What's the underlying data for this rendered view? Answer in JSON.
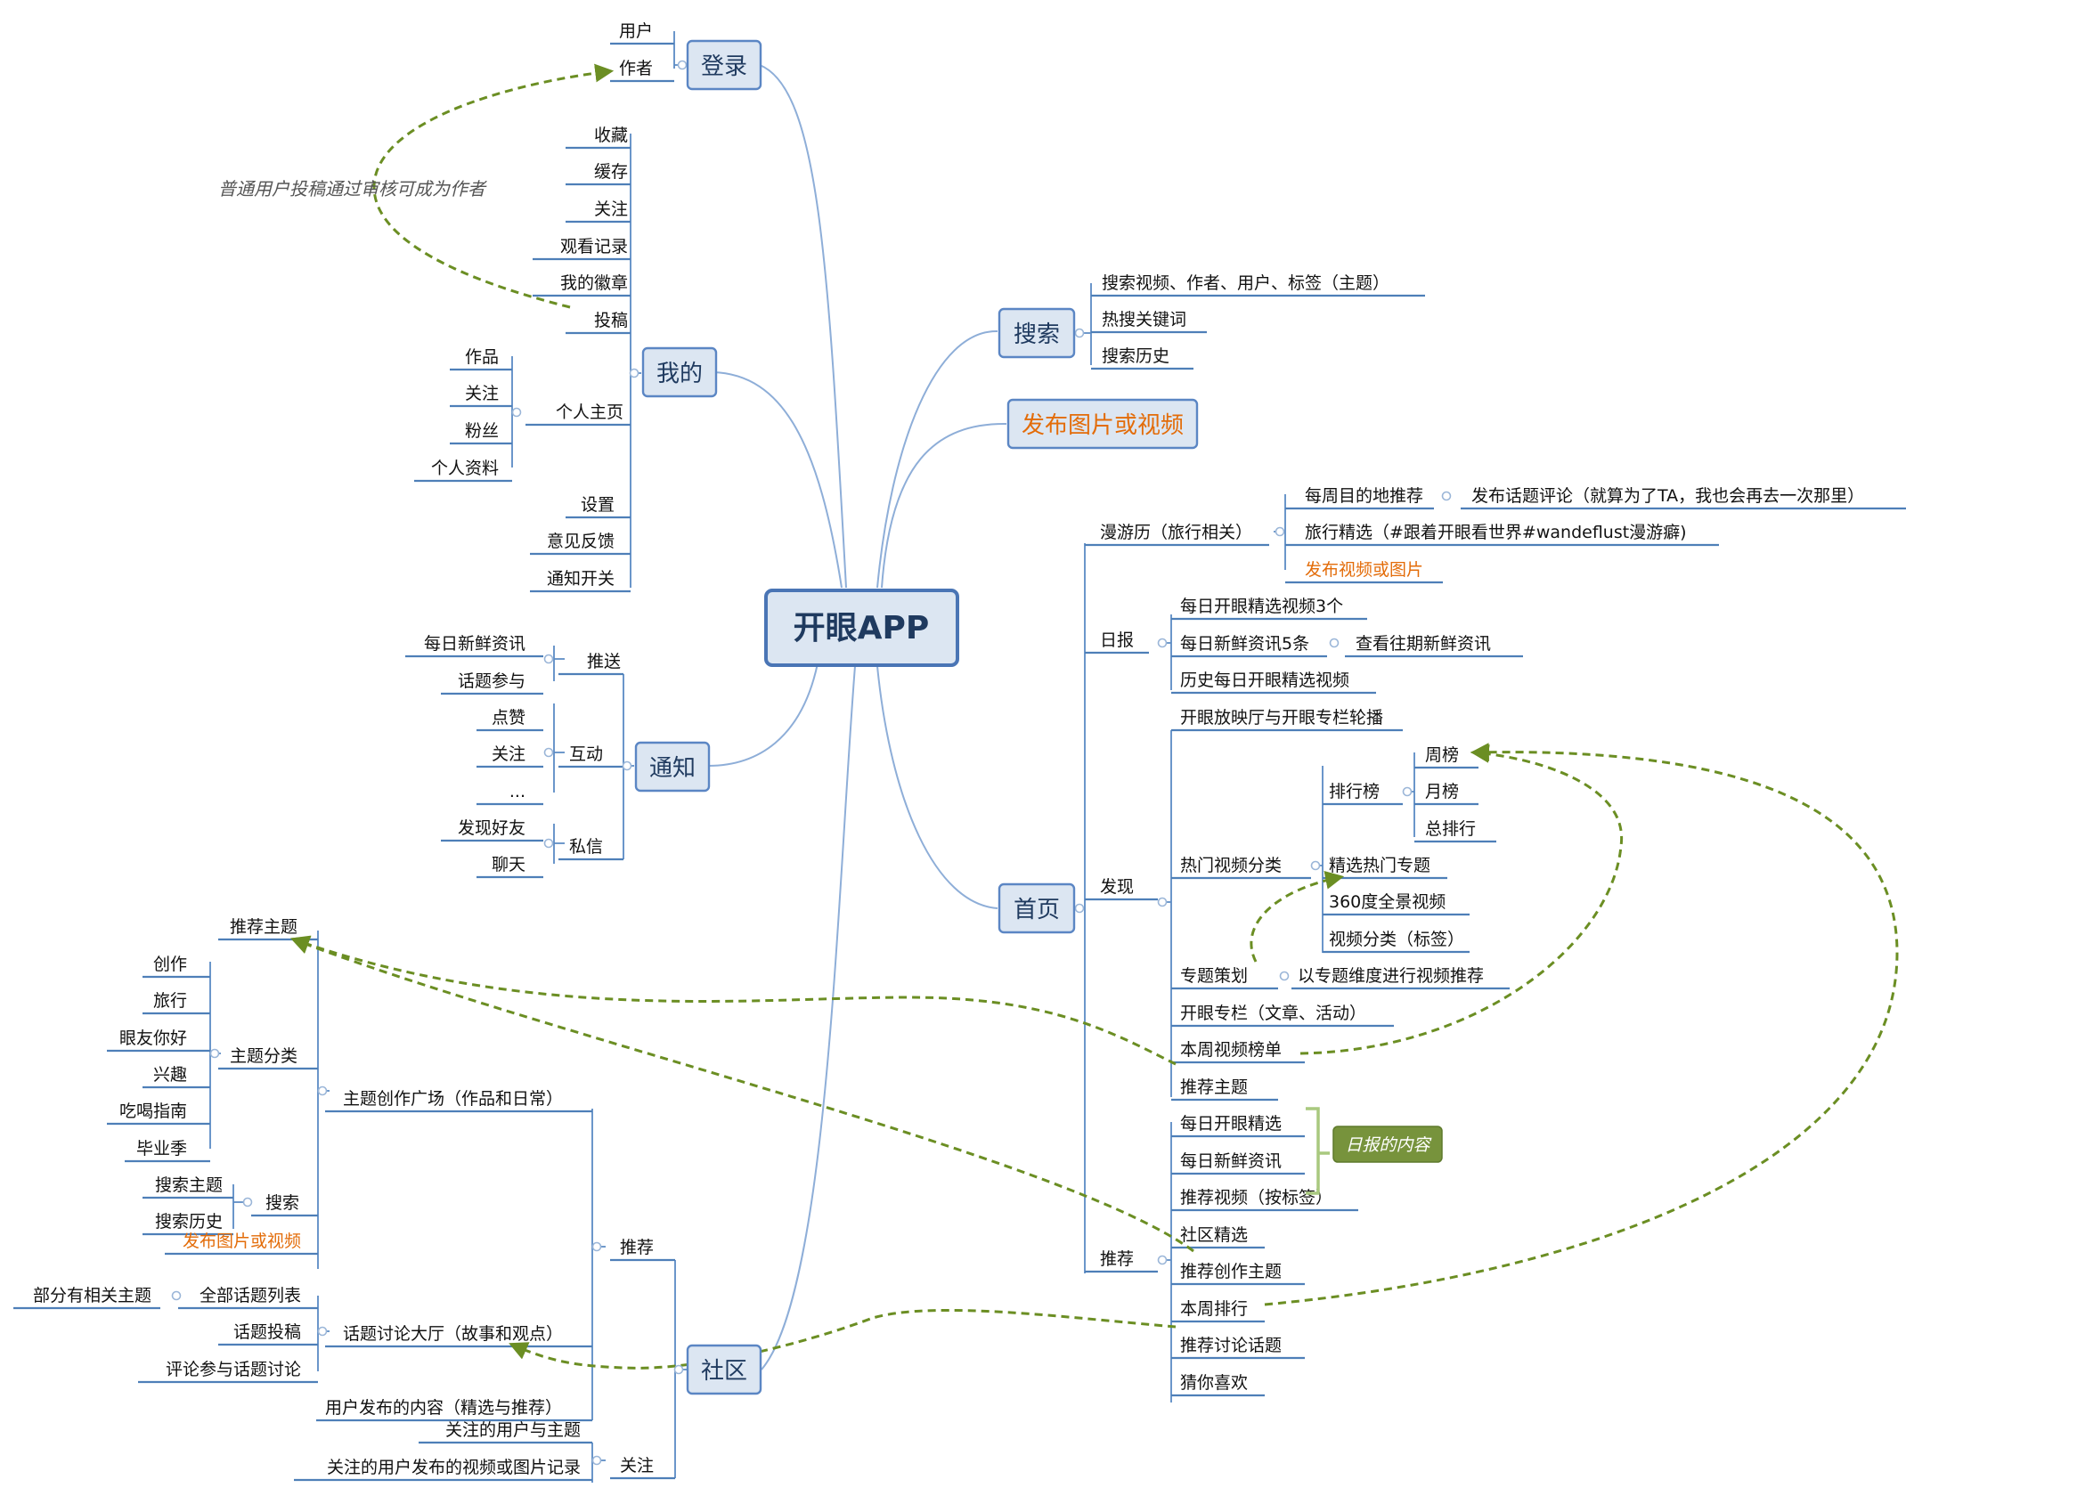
{
  "center": {
    "label": "开眼APP"
  },
  "branches": {
    "login": {
      "label": "登录",
      "children": [
        "用户",
        "作者"
      ]
    },
    "mine": {
      "label": "我的",
      "items_top": [
        "收藏",
        "缓存",
        "关注",
        "观看记录",
        "我的徽章",
        "投稿"
      ],
      "profile": {
        "label": "个人主页",
        "children": [
          "作品",
          "关注",
          "粉丝",
          "个人资料"
        ]
      },
      "items_bottom": [
        "设置",
        "意见反馈",
        "通知开关"
      ]
    },
    "notify": {
      "label": "通知",
      "push": {
        "label": "推送",
        "children": [
          "每日新鲜资讯",
          "话题参与"
        ]
      },
      "interact": {
        "label": "互动",
        "children": [
          "点赞",
          "关注",
          "..."
        ]
      },
      "dm": {
        "label": "私信",
        "children": [
          "发现好友",
          "聊天"
        ]
      }
    },
    "community": {
      "label": "社区",
      "recommend": {
        "label": "推荐",
        "plaza": {
          "label": "主题创作广场（作品和日常）",
          "recommend_topics": "推荐主题",
          "topic_category": {
            "label": "主题分类",
            "children": [
              "创作",
              "旅行",
              "眼友你好",
              "兴趣",
              "吃喝指南",
              "毕业季"
            ]
          },
          "search": {
            "label": "搜索",
            "children": [
              "搜索主题",
              "搜索历史"
            ]
          },
          "publish": "发布图片或视频"
        },
        "hall": {
          "label": "话题讨论大厅（故事和观点）",
          "all_topics": {
            "label": "全部话题列表",
            "child": "部分有相关主题"
          },
          "topic_post": "话题投稿",
          "comment": "评论参与话题讨论"
        },
        "user_content": "用户发布的内容（精选与推荐）"
      },
      "follow": {
        "label": "关注",
        "children": [
          "关注的用户与主题",
          "关注的用户发布的视频或图片记录"
        ]
      }
    },
    "search": {
      "label": "搜索",
      "children": [
        "搜索视频、作者、用户、标签（主题）",
        "热搜关键词",
        "搜索历史"
      ]
    },
    "publish": {
      "label": "发布图片或视频"
    },
    "home": {
      "label": "首页",
      "roam": {
        "label": "漫游历（旅行相关）",
        "weekly": {
          "label": "每周目的地推荐",
          "child": "发布话题评论（就算为了TA，我也会再去一次那里）"
        },
        "pick": "旅行精选（#跟着开眼看世界#wandeflust漫游癖)",
        "publish": "发布视频或图片"
      },
      "daily": {
        "label": "日报",
        "items": [
          "每日开眼精选视频3个",
          "每日新鲜资讯5条",
          "历史每日开眼精选视频"
        ],
        "past": "查看往期新鲜资讯"
      },
      "discover": {
        "label": "发现",
        "cinema": "开眼放映厅与开眼专栏轮播",
        "hot": {
          "label": "热门视频分类",
          "rank": {
            "label": "排行榜",
            "children": [
              "周榜",
              "月榜",
              "总排行"
            ]
          },
          "others": [
            "精选热门专题",
            "360度全景视频",
            "视频分类（标签）"
          ]
        },
        "special": {
          "label": "专题策划",
          "child": "以专题维度进行视频推荐"
        },
        "column": "开眼专栏（文章、活动）",
        "week_list": "本周视频榜单",
        "rec_topic": "推荐主题"
      },
      "recommend": {
        "label": "推荐",
        "items": [
          "每日开眼精选",
          "每日新鲜资讯",
          "推荐视频（按标签）",
          "社区精选",
          "推荐创作主题",
          "本周排行",
          "推荐讨论话题",
          "猜你喜欢"
        ]
      }
    }
  },
  "annotations": {
    "author_note": "普通用户投稿通过审核可成为作者",
    "daily_tag": "日报的内容"
  },
  "colors": {
    "box_fill": "#dce6f2",
    "box_stroke": "#5b86c4",
    "connector": "#8eaed8",
    "relation": "#6b8e23",
    "highlight": "#e36c09",
    "tag": "#77933c"
  }
}
